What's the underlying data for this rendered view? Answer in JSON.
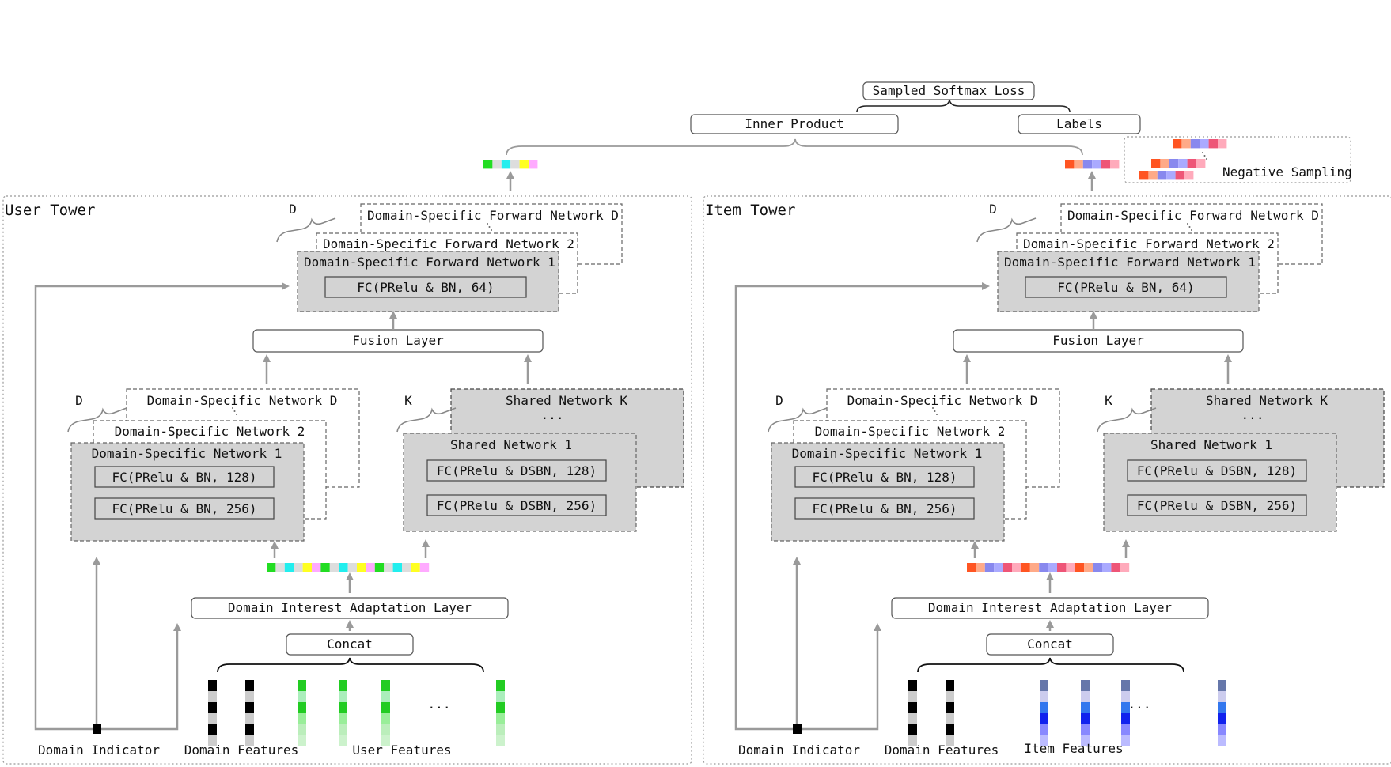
{
  "top": {
    "loss_label": "Sampled Softmax Loss",
    "inner_product_label": "Inner Product",
    "labels_label": "Labels",
    "negative_sampling_label": "Negative Sampling"
  },
  "user_tower": {
    "title": "User Tower",
    "dsfn_count_label": "D",
    "dsfn_d": "Domain-Specific Forward Network D",
    "dsfn_2": "Domain-Specific Forward Network 2",
    "dsfn_1": "Domain-Specific Forward Network 1",
    "dsfn_fc": "FC(PRelu & BN, 64)",
    "fusion": "Fusion Layer",
    "dsn_count_label": "D",
    "dsn_d": "Domain-Specific Network D",
    "dsn_2": "Domain-Specific Network 2",
    "dsn_1": "Domain-Specific Network 1",
    "dsn_fc1": "FC(PRelu & BN, 128)",
    "dsn_fc2": "FC(PRelu & BN, 256)",
    "shared_count_label": "K",
    "shared_k": "Shared Network K",
    "shared_1": "Shared Network 1",
    "shared_fc1": "FC(PRelu & DSBN, 128)",
    "shared_fc2": "FC(PRelu & DSBN, 256)",
    "adaptation": "Domain Interest Adaptation Layer",
    "concat": "Concat",
    "domain_indicator": "Domain Indicator",
    "domain_features": "Domain Features",
    "features": "User Features",
    "ellipsis": "..."
  },
  "item_tower": {
    "title": "Item Tower",
    "dsfn_count_label": "D",
    "dsfn_d": "Domain-Specific Forward Network D",
    "dsfn_2": "Domain-Specific Forward Network 2",
    "dsfn_1": "Domain-Specific Forward Network 1",
    "dsfn_fc": "FC(PRelu & BN, 64)",
    "fusion": "Fusion Layer",
    "dsn_count_label": "D",
    "dsn_d": "Domain-Specific Network D",
    "dsn_2": "Domain-Specific Network 2",
    "dsn_1": "Domain-Specific Network 1",
    "dsn_fc1": "FC(PRelu & BN, 128)",
    "dsn_fc2": "FC(PRelu & BN, 256)",
    "shared_count_label": "K",
    "shared_k": "Shared Network K",
    "shared_1": "Shared Network 1",
    "shared_fc1": "FC(PRelu & DSBN, 128)",
    "shared_fc2": "FC(PRelu & DSBN, 256)",
    "adaptation": "Domain Interest Adaptation Layer",
    "concat": "Concat",
    "domain_indicator": "Domain Indicator",
    "domain_features": "Domain Features",
    "features": "Item Features",
    "ellipsis": "..."
  },
  "colors": {
    "gray_fill": "#d3d3d3",
    "arrow": "#9a9a9a",
    "user_vector": [
      "#22dd22",
      "#dddddd",
      "#22eeee",
      "#dddddd",
      "#ffff22",
      "#ffaaff"
    ],
    "item_vector": [
      "#ff5522",
      "#ffaa88",
      "#8888ee",
      "#aaaaff",
      "#ee5577",
      "#ffaabb"
    ],
    "domain_feature": "#000000",
    "user_feature": "#22cc22",
    "item_feature": "#2244ee"
  }
}
